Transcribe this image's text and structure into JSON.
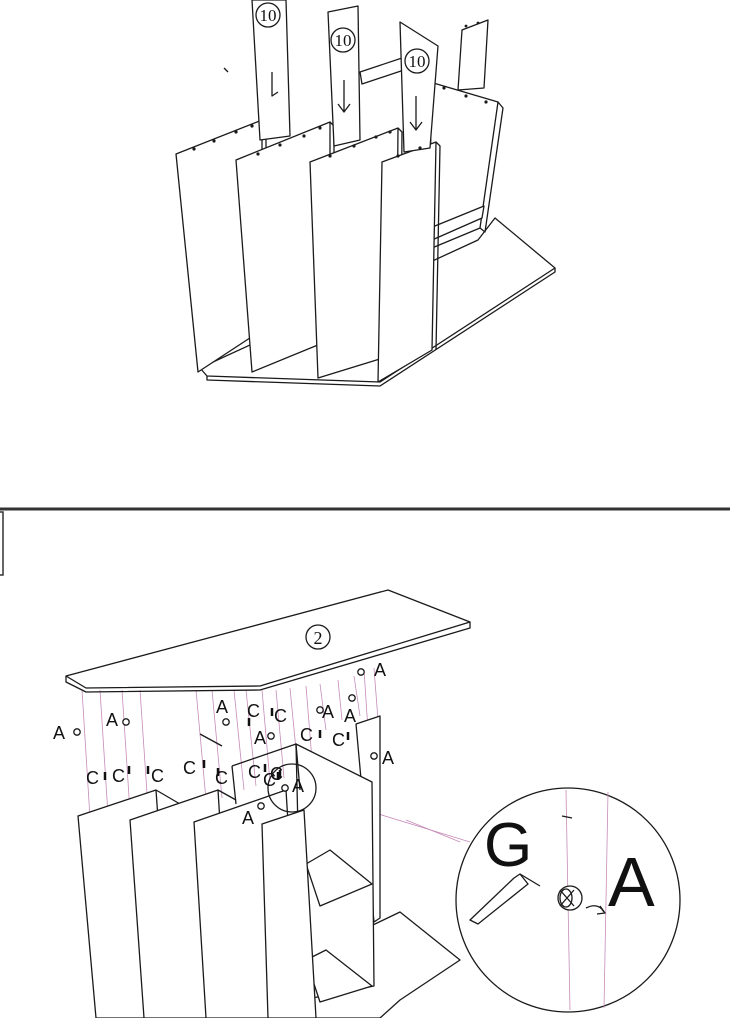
{
  "top_step": {
    "part_callouts": [
      "10",
      "10",
      "10"
    ]
  },
  "bottom_step": {
    "part_callout": "2",
    "hardware_labels": {
      "a1": "A",
      "a2": "A",
      "a3": "A",
      "a4": "A",
      "a5": "A",
      "a6": "A",
      "a7": "A",
      "a8": "A",
      "a9": "A",
      "a10": "A",
      "c1": "C",
      "c2": "C",
      "c3": "C",
      "c4": "C",
      "c5": "C",
      "c6": "C",
      "c7": "C",
      "c8": "C",
      "c9": "C",
      "c10": "C",
      "c11": "C",
      "c12": "C"
    },
    "detail": {
      "tool_label": "G",
      "fitting_label": "A"
    }
  },
  "colors": {
    "line": "#1a1a1a",
    "guide": "#c68bb8",
    "background": "#ffffff"
  }
}
